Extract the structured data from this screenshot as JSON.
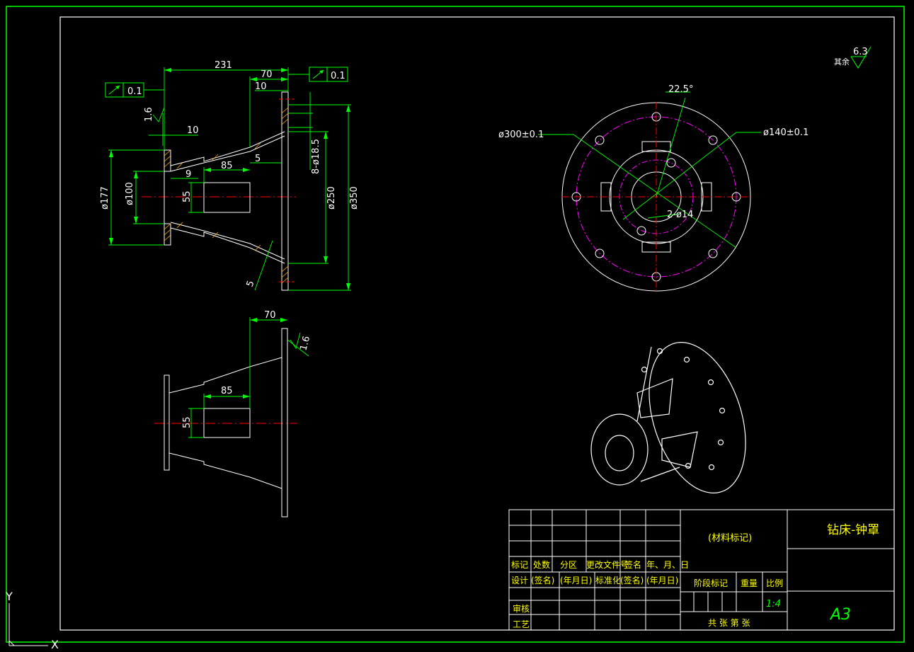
{
  "colors": {
    "frame": "#00ff00",
    "geometry": "#ffffff",
    "dimension": "#00ff00",
    "dimension_text": "#ffffff",
    "centerline": "#ff0000",
    "bolt_circle": "#ff00ff",
    "title_text": "#ffff00",
    "leader_text": "#ffa500"
  },
  "front_view": {
    "dims": {
      "overall_length": "231",
      "flange_offset": "70",
      "flange_thickness": "10",
      "left_flange_thickness": "10",
      "slot_length": "85",
      "wall_thickness": "5",
      "step": "9",
      "slot_width": "55",
      "dia_177": "ø177",
      "dia_100": "ø100",
      "dia_250": "ø250",
      "dia_350": "ø350",
      "holes": "8-ø18.5",
      "chamfer": "5",
      "roughness": "1.6"
    },
    "tolerance_left": "0.1",
    "tolerance_right": "0.1"
  },
  "bottom_view": {
    "dims": {
      "flange_offset": "70",
      "slot_length": "85",
      "slot_width": "55",
      "roughness": "1.6"
    }
  },
  "side_view": {
    "angle": "22.5°",
    "dia_300": "ø300±0.1",
    "dia_140": "ø140±0.1",
    "holes": "2-ø14"
  },
  "surface_note": {
    "label": "其余",
    "value": "6.3"
  },
  "title_block": {
    "material": "(材料标记)",
    "part_name": "钻床-钟罩",
    "sheet_size": "A3",
    "scale": "1:4",
    "row_marks": [
      "标记",
      "处数",
      "分区",
      "更改文件号",
      "签名",
      "年、月、日"
    ],
    "row_design": [
      "设计",
      "(签名)",
      "(年月日)",
      "标准化",
      "(签名)",
      "(年月日)"
    ],
    "stage_mark": "阶段标记",
    "weight": "重量",
    "ratio": "比例",
    "review": "审核",
    "process": "工艺",
    "sheets": "共  张  第  张"
  },
  "ucs": {
    "x_label": "X",
    "y_label": "Y"
  }
}
